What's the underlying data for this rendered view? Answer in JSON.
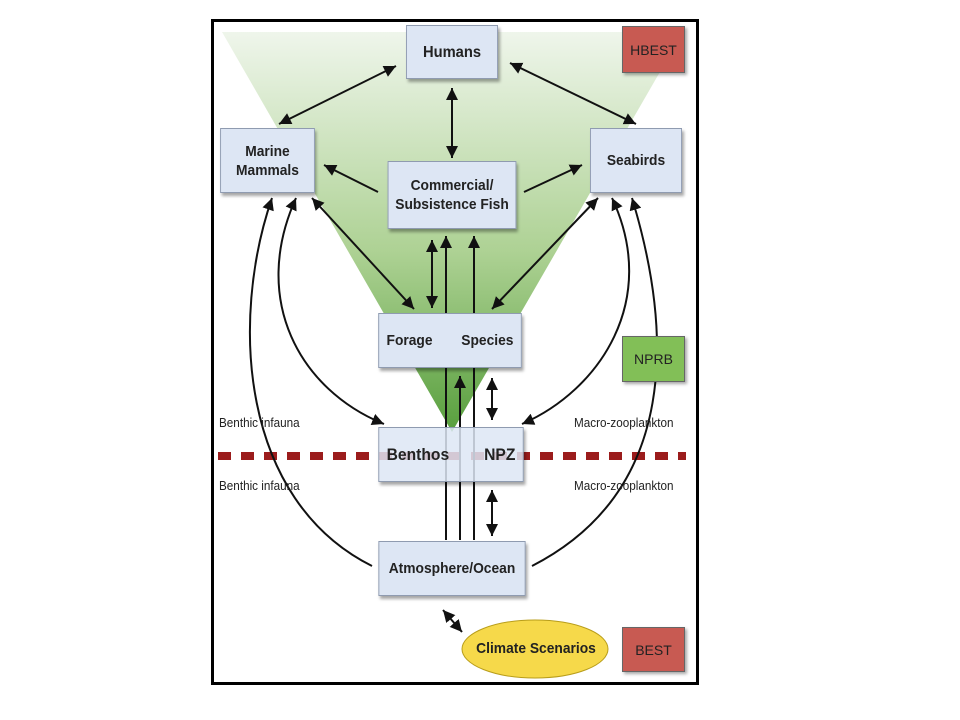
{
  "nodes": {
    "humans": "Humans",
    "marine_mammals": "Marine\nMammals",
    "seabirds": "Seabirds",
    "commercial_fish_line1": "Commercial/",
    "commercial_fish_line2": "Subsistence Fish",
    "forage_left": "Forage",
    "forage_right": "Species",
    "benthos": "Benthos",
    "npz": "NPZ",
    "atmosphere_ocean": "Atmosphere/Ocean",
    "climate_scenarios": "Climate Scenarios"
  },
  "tags": {
    "hbest": "HBEST",
    "nprb": "NPRB",
    "best": "BEST"
  },
  "labels": {
    "benthic_upper": "Benthic infauna",
    "benthic_lower": "Benthic infauna",
    "macro_upper": "Macro-zooplankton",
    "macro_lower": "Macro-zooplankton"
  },
  "colors": {
    "box_fill": "#dde6f4",
    "hbest_tag": "#c85a52",
    "nprb_tag": "#82bf57",
    "best_tag": "#c85a52",
    "climate_ellipse": "#f6d94a",
    "dashed_line": "#9b1c1c",
    "triangle_green": "#6aa843"
  }
}
